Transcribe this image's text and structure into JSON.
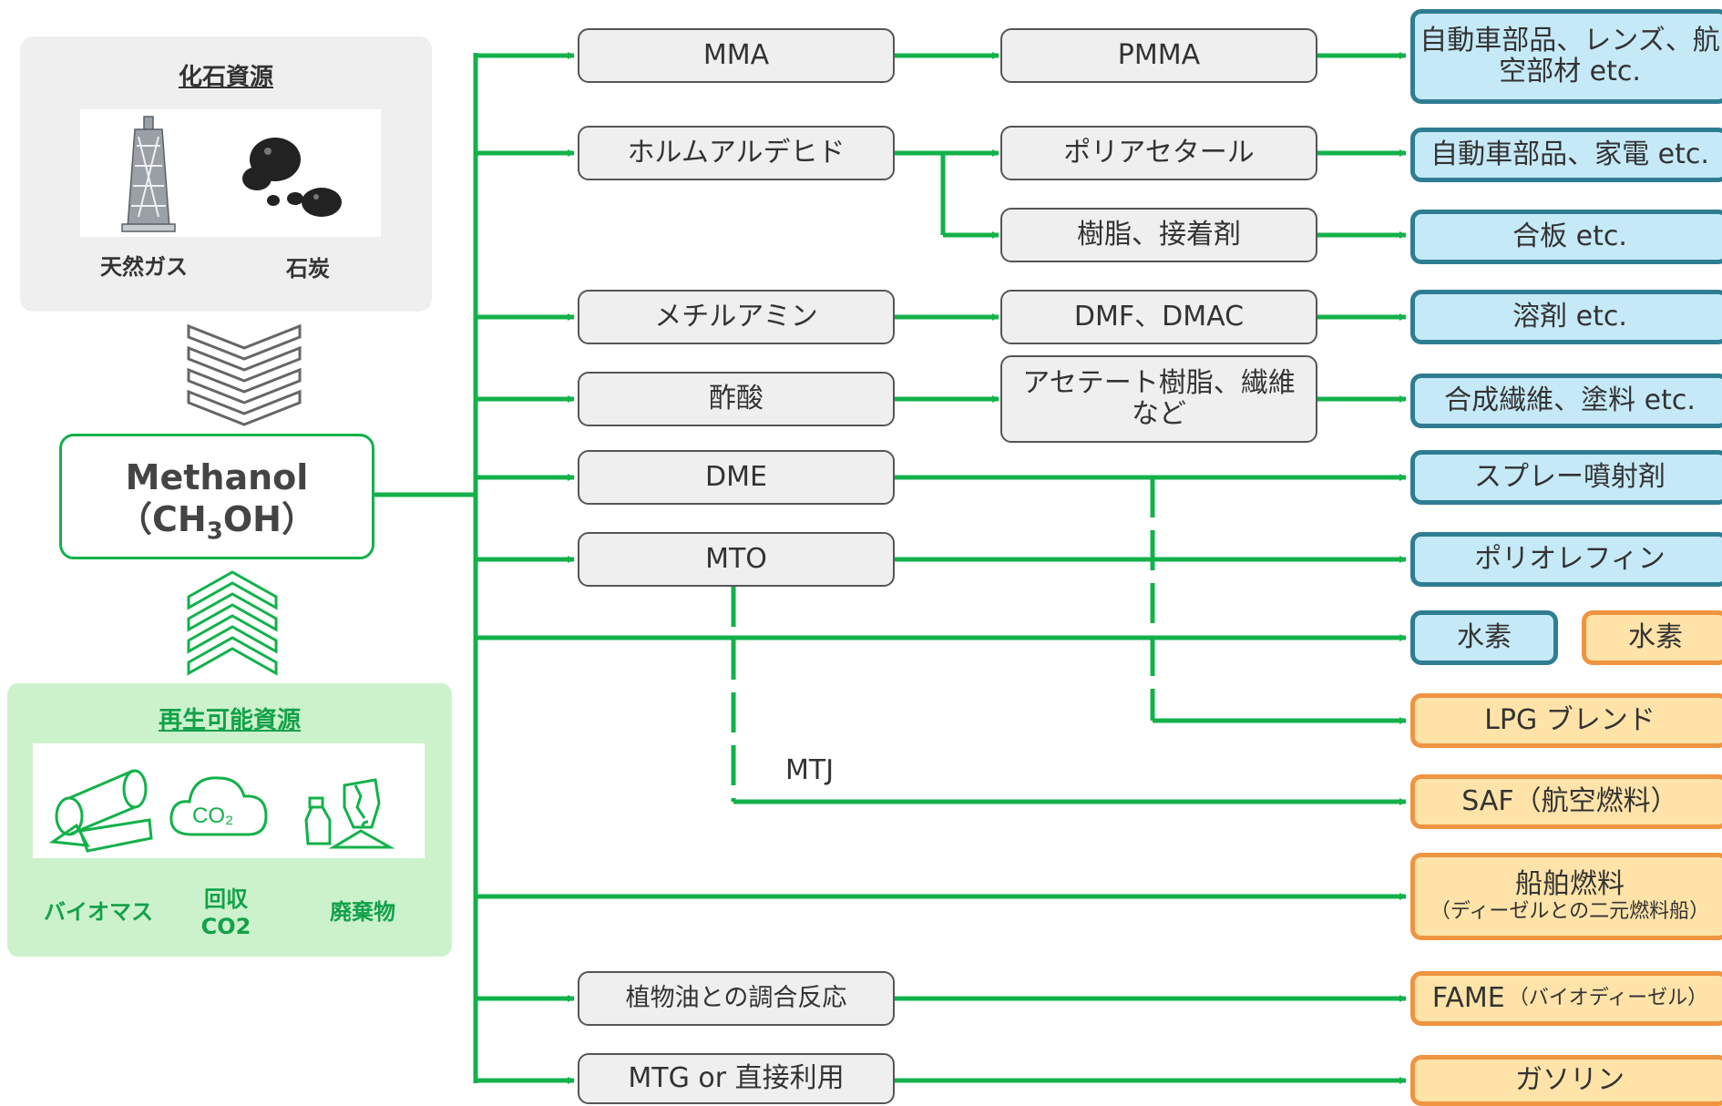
{
  "fossil": {
    "title": "化石資源",
    "labels": [
      "天然ガス",
      "石炭"
    ],
    "icons": [
      "gas-tower-icon",
      "coal-icon"
    ]
  },
  "renewable": {
    "title": "再生可能資源",
    "labels": [
      "バイオマス",
      "回収",
      "CO2",
      "廃棄物"
    ],
    "icons": [
      "biomass-logs-icon",
      "co2-cloud-icon",
      "waste-icon"
    ],
    "co2_icon_text": "CO₂"
  },
  "methanol": {
    "name": "Methanol",
    "formula_pre": "（CH",
    "formula_sub": "3",
    "formula_post": "OH）"
  },
  "process": {
    "mma": "MMA",
    "pmma": "PMMA",
    "formaldehyde": "ホルムアルデヒド",
    "polyacetal": "ポリアセタール",
    "resin_adhesive": "樹脂、接着剤",
    "methylamine": "メチルアミン",
    "dmf": "DMF、DMAC",
    "acetic_acid": "酢酸",
    "acetate": "アセテート樹脂、繊維など",
    "dme": "DME",
    "mto": "MTO",
    "veg_oil": "植物油との調合反応",
    "mtg": "MTG or 直接利用"
  },
  "wire_label": "MTJ",
  "products": {
    "auto_lens": "自動車部品、レンズ、航空部材 etc.",
    "auto_appliance": "自動車部品、家電 etc.",
    "plywood": "合板 etc.",
    "solvent": "溶剤 etc.",
    "synthetic_fiber": "合成繊維、塗料 etc.",
    "spray": "スプレー噴射剤",
    "polyolefin": "ポリオレフィン",
    "hydrogen_blue": "水素",
    "hydrogen_orange": "水素",
    "lpg": "LPG ブレンド",
    "saf": "SAF（航空燃料）",
    "ship_fuel": "船舶燃料",
    "ship_fuel_note": "（ディーゼルとの二元燃料船）",
    "fame": "FAME",
    "fame_note": "（バイオディーゼル）",
    "gasoline": "ガソリン"
  },
  "colors": {
    "line": "#13b14a",
    "chem_fill": "#c5e9f7",
    "chem_border": "#2f7d92",
    "fuel_fill": "#ffe3a8",
    "fuel_border": "#ef9440",
    "renew_bg": "#ccf2cc",
    "fossil_bg": "#efefef"
  }
}
